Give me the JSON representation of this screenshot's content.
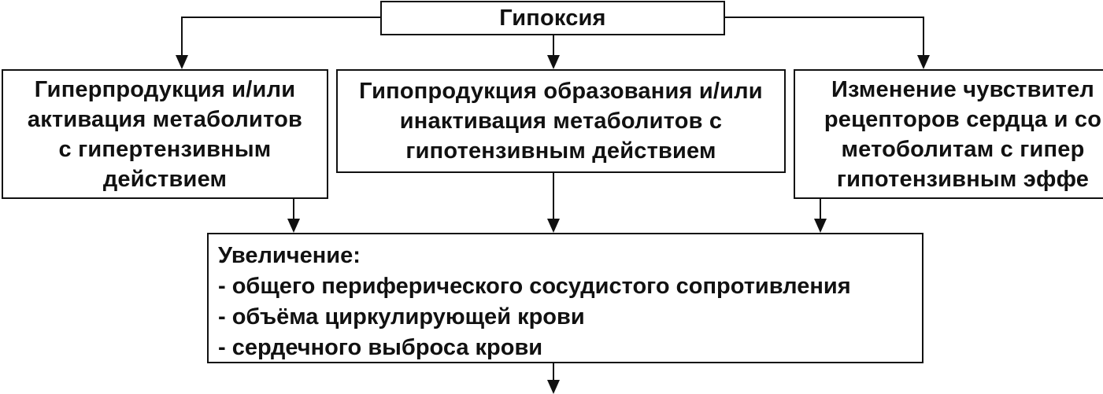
{
  "top": {
    "title": "Гипоксия"
  },
  "left": {
    "lines": [
      "Гиперпродукция и/или",
      "активация метаболитов",
      "с гипертензивным",
      "действием"
    ]
  },
  "middle": {
    "lines": [
      "Гипопродукция образования и/или",
      "инактивация метаболитов с",
      "гипотензивным действием"
    ]
  },
  "right": {
    "lines": [
      "Изменение чувствител",
      "рецепторов сердца и со",
      "метоболитам с гипер",
      "гипотензивным эффе"
    ]
  },
  "bottom": {
    "heading": "Увеличение:",
    "items": [
      "- общего периферического сосудистого сопротивления",
      "- объёма циркулирующей крови",
      "- сердечного выброса крови"
    ]
  }
}
